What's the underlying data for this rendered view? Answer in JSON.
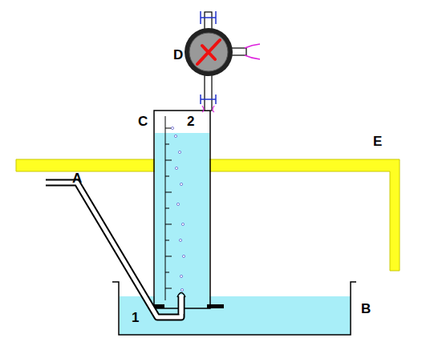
{
  "diagram": {
    "labels": [
      "D",
      "C",
      "2",
      "E",
      "A",
      "B",
      "1"
    ]
  }
}
